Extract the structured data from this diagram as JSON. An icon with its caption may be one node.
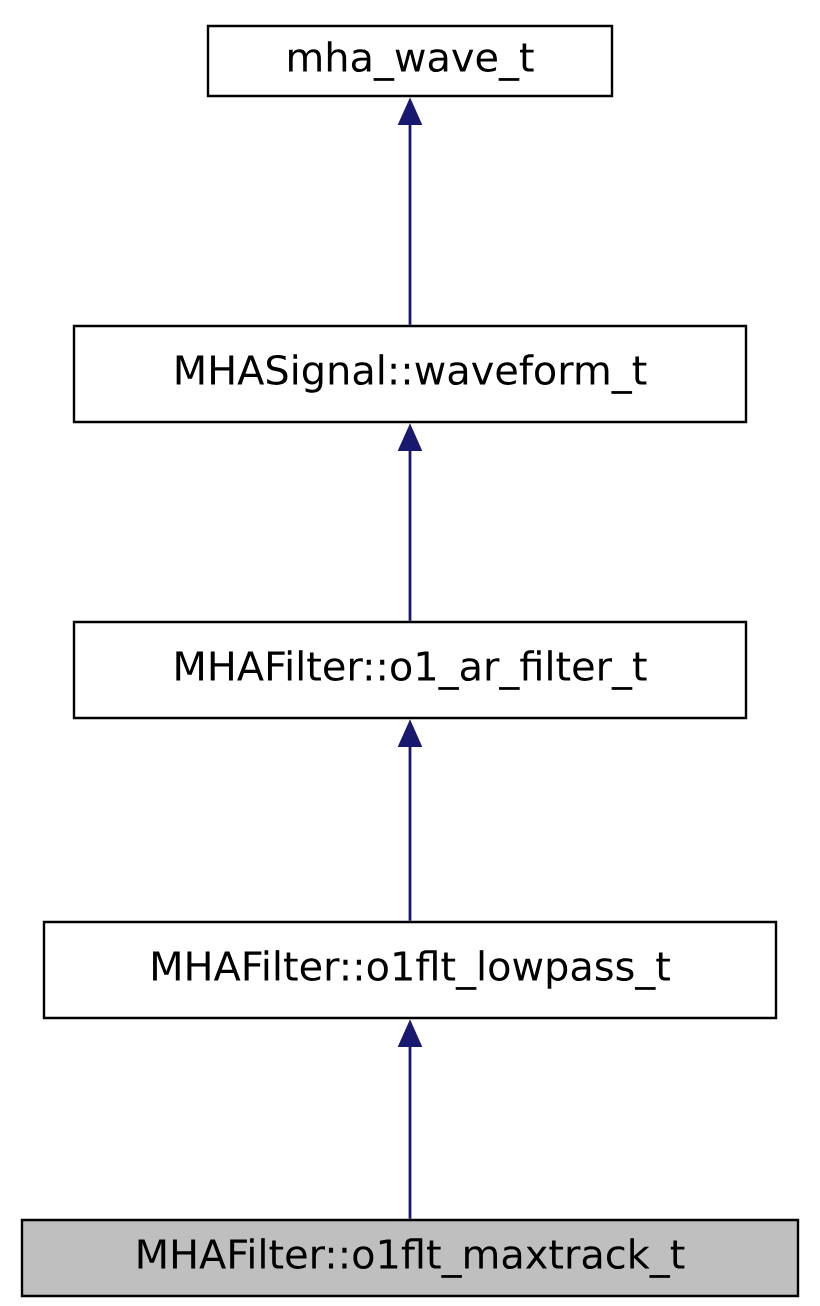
{
  "diagram": {
    "nodes": [
      {
        "text": [
          "mha_wave_t"
        ]
      },
      {
        "text": [
          "MHASignal::waveform_t"
        ]
      },
      {
        "text": [
          "MHAFilter::o1_ar_filter_t"
        ]
      },
      {
        "text": [
          "MHAFilter::o1flt_lowpass_t"
        ]
      },
      {
        "text": [
          "MHAFilter::o1flt_maxtrack_t"
        ]
      }
    ],
    "edges": [
      {
        "from": 1,
        "to": 0,
        "arrow": "to"
      },
      {
        "from": 2,
        "to": 1,
        "arrow": "to"
      },
      {
        "from": 3,
        "to": 2,
        "arrow": "to"
      },
      {
        "from": 4,
        "to": 3,
        "arrow": "to"
      }
    ]
  }
}
